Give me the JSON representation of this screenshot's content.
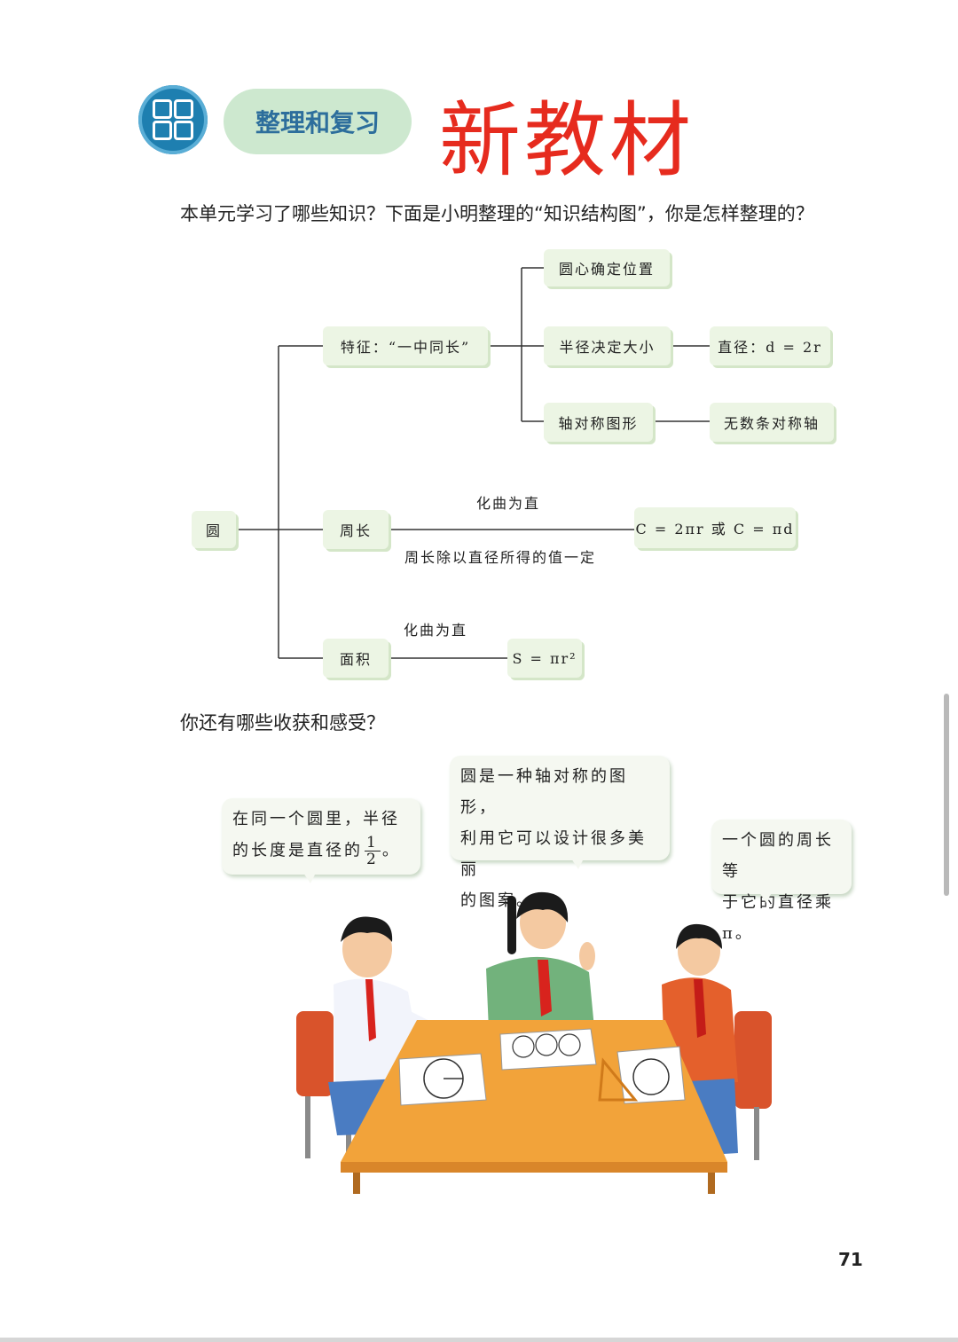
{
  "header": {
    "section_title": "整理和复习",
    "stamp_text": "新教材",
    "icon": "grid-app-icon"
  },
  "intro_text": "本单元学习了哪些知识？下面是小明整理的“知识结构图”，你是怎样整理的？",
  "mindmap": {
    "root": "圆",
    "feature": "特征：“一中同长”",
    "center": "圆心确定位置",
    "radius": "半径决定大小",
    "diameter": "直径：d = 2r",
    "symmetry": "轴对称图形",
    "axes": "无数条对称轴",
    "perimeter": "周长",
    "perimeter_above": "化曲为直",
    "perimeter_below": "周长除以直径所得的值一定",
    "perimeter_formula": "C = 2πr 或 C = πd",
    "area": "面积",
    "area_above": "化曲为直",
    "area_formula": "S = πr²"
  },
  "question2": "你还有哪些收获和感受？",
  "bubbles": {
    "left_line1": "在同一个圆里，半径",
    "left_line2_pre": "的长度是直径的",
    "left_frac_num": "1",
    "left_frac_den": "2",
    "left_line2_post": "。",
    "middle_line1": "圆是一种轴对称的图形，",
    "middle_line2": "利用它可以设计很多美丽",
    "middle_line3": "的图案。",
    "right_line1": "一个圆的周长等",
    "right_line2": "于它的直径乘π。"
  },
  "page_number": "71",
  "colors": {
    "stamp": "#e62b1e",
    "pill_bg": "#cde8cf",
    "pill_text": "#2d6e9c",
    "icon_bg": "#1e7fb0",
    "node_bg": "#ecf5e4",
    "table": "#f2a33a"
  }
}
